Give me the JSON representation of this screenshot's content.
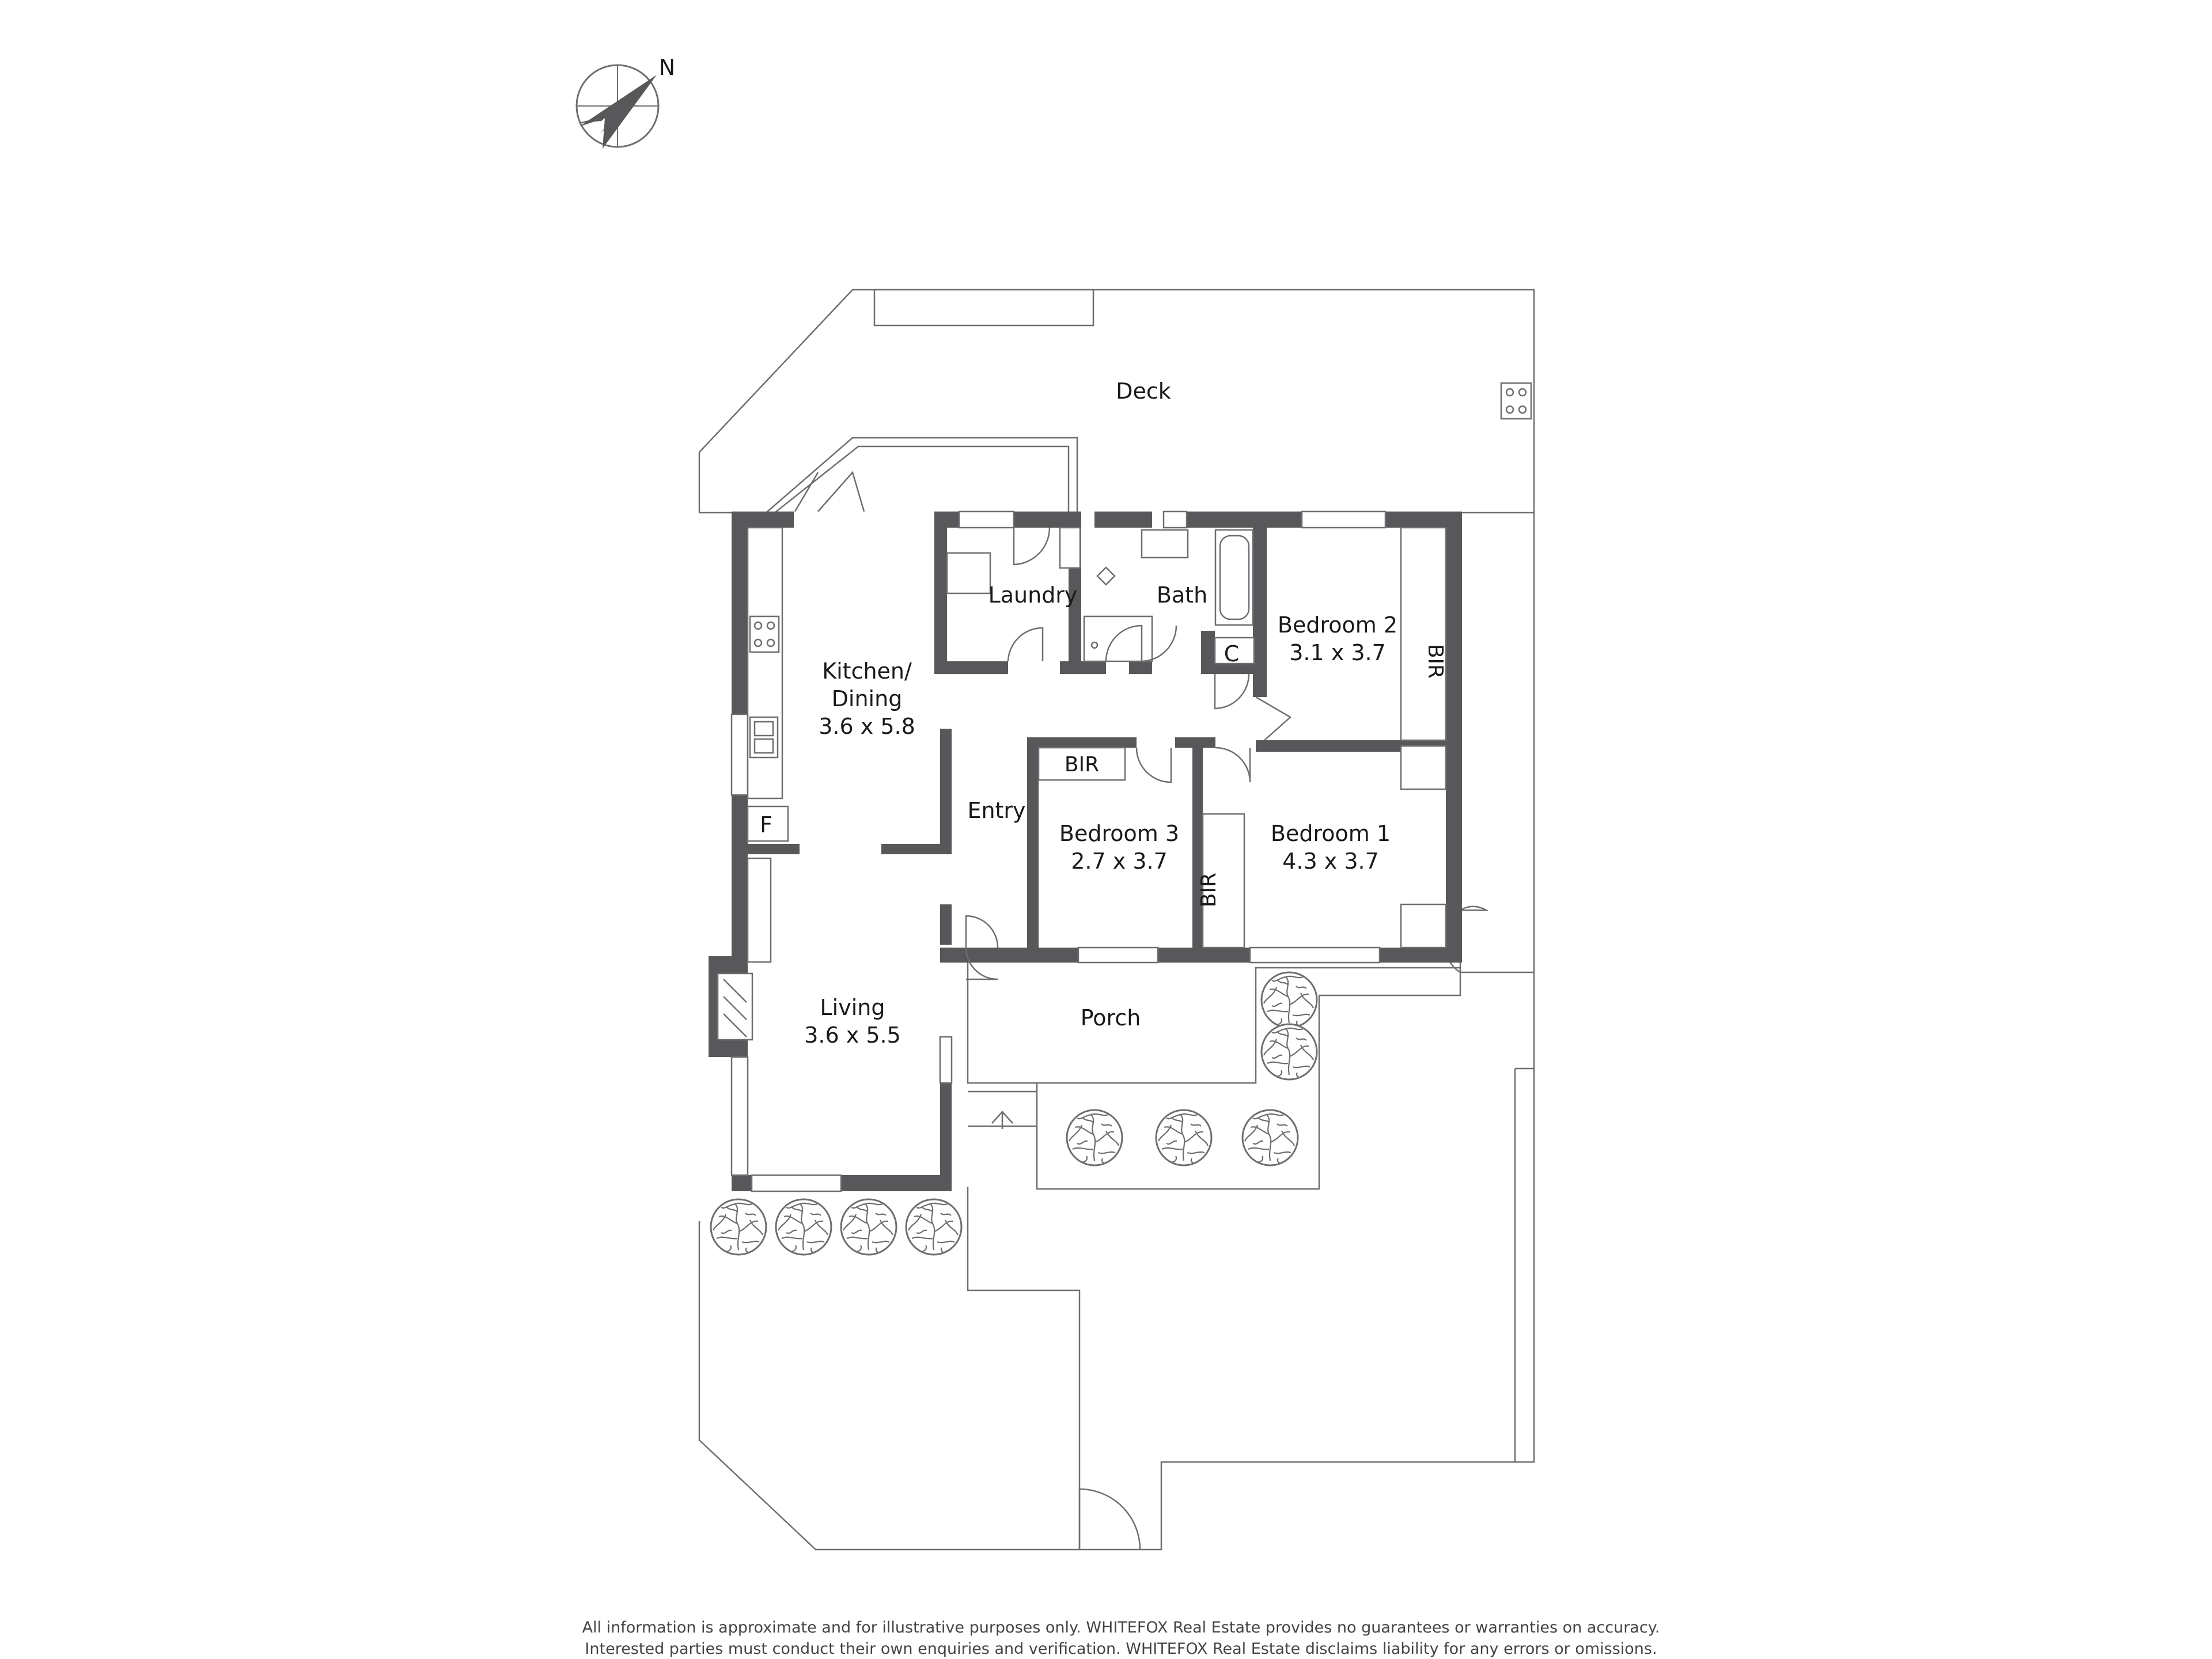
{
  "compass": {
    "north_label": "N",
    "icon": "north-arrow-icon"
  },
  "rooms": {
    "deck": {
      "name": "Deck"
    },
    "kitchen_dining": {
      "name_line1": "Kitchen/",
      "name_line2": "Dining",
      "size": "3.6 x 5.8"
    },
    "laundry": {
      "name": "Laundry"
    },
    "bath": {
      "name": "Bath"
    },
    "bedroom2": {
      "name": "Bedroom 2",
      "size": "3.1 x 3.7"
    },
    "bedroom2_bir": {
      "name": "BIR"
    },
    "cupboard": {
      "name": "C"
    },
    "entry": {
      "name": "Entry"
    },
    "bedroom3": {
      "name": "Bedroom 3",
      "size": "2.7 x 3.7"
    },
    "bedroom3_bir": {
      "name": "BIR"
    },
    "bedroom1": {
      "name": "Bedroom 1",
      "size": "4.3 x 3.7"
    },
    "bedroom1_bir": {
      "name": "BIR"
    },
    "fridge": {
      "name": "F"
    },
    "living": {
      "name": "Living",
      "size": "3.6 x 5.5"
    },
    "porch": {
      "name": "Porch"
    }
  },
  "disclaimer": {
    "line1": "All information is approximate and for illustrative purposes only. WHITEFOX Real Estate provides no guarantees or warranties on accuracy.",
    "line2": "Interested parties must conduct their own enquiries and verification. WHITEFOX Real Estate disclaims liability for any errors or omissions."
  },
  "colors": {
    "wall": "#58585a",
    "line": "#6d6e71",
    "text": "#1a1a1a",
    "background": "#ffffff"
  }
}
